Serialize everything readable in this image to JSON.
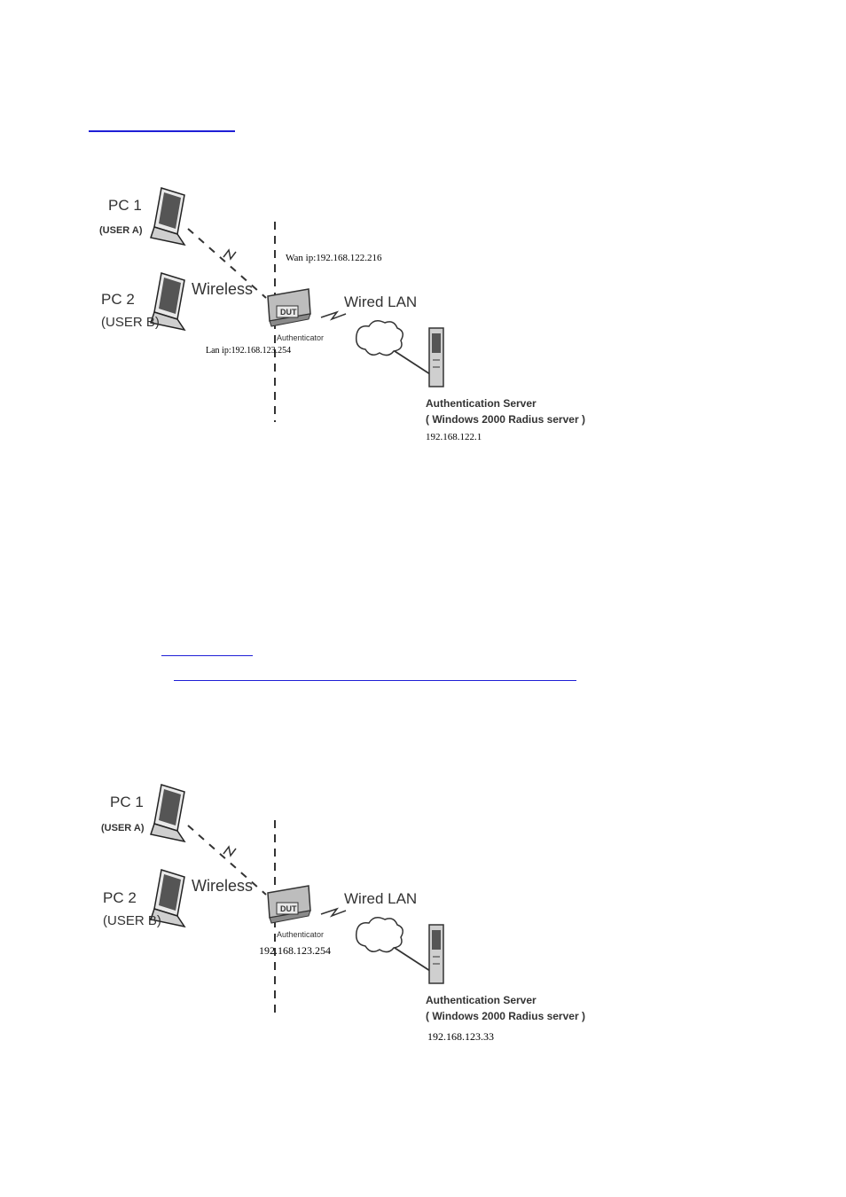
{
  "diagrams": [
    {
      "pc1_label": "PC 1",
      "pc1_user": "(USER A)",
      "pc2_label": "PC 2",
      "pc2_user": "(USER B)",
      "wireless_label": "Wireless",
      "wired_label": "Wired   LAN",
      "device_label": "DUT",
      "device_role": "Authenticator",
      "wan_ip": "Wan ip:192.168.122.216",
      "lan_ip": "Lan ip:192.168.123.254",
      "server_title": "Authentication Server",
      "server_subtitle": "( Windows 2000 Radius server )",
      "server_ip": "192.168.122.1"
    },
    {
      "pc1_label": "PC 1",
      "pc1_user": "(USER A)",
      "pc2_label": "PC 2",
      "pc2_user": "(USER B)",
      "wireless_label": "Wireless",
      "wired_label": "Wired   LAN",
      "device_label": "DUT",
      "device_role": "Authenticator",
      "device_ip": "192.168.123.254",
      "server_title": "Authentication Server",
      "server_subtitle": "( Windows 2000 Radius server )",
      "server_ip": "192.168.123.33"
    }
  ],
  "colors": {
    "link": "#1f1fd6",
    "ink": "#333333"
  }
}
